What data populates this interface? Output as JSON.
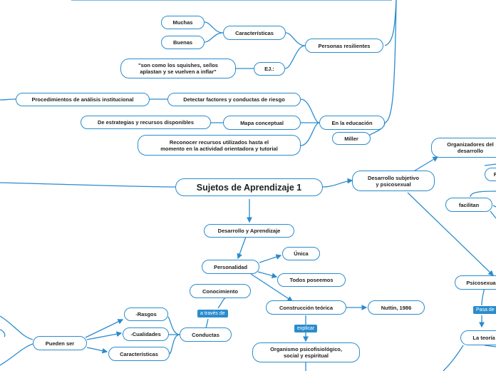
{
  "colors": {
    "line": "#2a8ccd",
    "node_border": "#2a8ccd",
    "tag_bg": "#2a8ccd",
    "text": "#222222"
  },
  "nodes": {
    "main": "Sujetos de Aprendizaje 1",
    "muchas": "Muchas",
    "buenas": "Buenas",
    "caracteristicas_top": "Características",
    "personas_resilientes": "Personas resilientes",
    "quote": "\"son como los squishes, se/los\naplastan y se vuelven a inflar\"",
    "ej": "EJ.:",
    "procedimientos": "Procedimientos de análisis institucional",
    "detectar": "Detectar factores y conductas de riesgo",
    "estrategias": "De estrategias y recursos disponibles",
    "mapa": "Mapa conceptual",
    "en_educacion": "En la educación",
    "reconocer": "Reconocer recursos utilizados hasta el\nmomento en la actividad orientadora y tutorial",
    "miller": "Miller",
    "organizadores": "Organizadores del\ndesarrollo",
    "desarrollo_subjetivo": "Desarrollo subjetivo\ny psicosexual",
    "f_partial": "F",
    "facilitan": "facilitan",
    "desarrollo_aprendizaje": "Desarrollo y Aprendizaje",
    "personalidad": "Personalidad",
    "unica": "Única",
    "todos_poseemos": "Todos poseemos",
    "conocimiento": "Conocimiento",
    "construccion": "Construcción teórica",
    "nuttin": "Nuttin, 1986",
    "rasgos": "-Rasgos",
    "cualidades": "-Cualidades",
    "conductas": "Conductas",
    "pueden_ser": "Pueden ser",
    "caracteristicas_bottom": "Características",
    "organismo": "Organismo psicofisiológico,\nsocial y espiritual",
    "psicosexual": "Psicosexual",
    "la_teoria": "La teoría"
  },
  "tags": {
    "a_traves_de": "a través de",
    "explicar": "explicar",
    "pasa_de": "Pasa de"
  }
}
